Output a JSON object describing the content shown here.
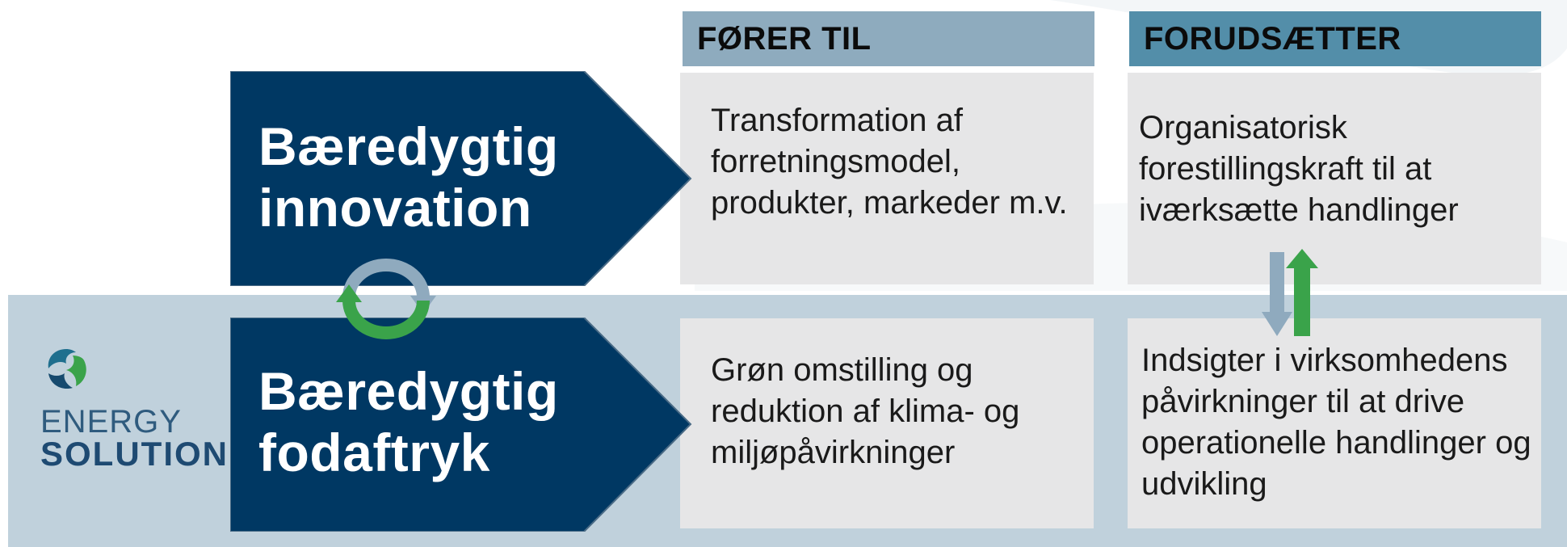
{
  "colors": {
    "navy": "#003863",
    "header_left": "#8eabbe",
    "header_right": "#538ea9",
    "box_fill": "#e6e6e7",
    "band_fill": "#c0d1dc",
    "green": "#3aa34a",
    "arrow_blue": "#8faabe"
  },
  "headers": {
    "left": "FØRER TIL",
    "right": "FORUDSÆTTER"
  },
  "rows": [
    {
      "title_lines": [
        "Bæredygtig",
        "innovation"
      ],
      "leads_to_lines": [
        "Transformation af",
        "forretningsmodel,",
        "produkter, markeder m.v."
      ],
      "requires_lines": [
        "Organisatorisk",
        "forestillingskraft til at",
        "iværksætte handlinger"
      ]
    },
    {
      "title_lines": [
        "Bæredygtig",
        "fodaftryk"
      ],
      "leads_to_lines": [
        "Grøn omstilling og",
        "reduktion af klima- og",
        "miljøpåvirkninger"
      ],
      "requires_lines": [
        "Indsigter i virksomhedens",
        "påvirkninger til at drive",
        "operationelle handlinger og",
        "udvikling"
      ]
    }
  ],
  "logo": {
    "line1": "ENERGY",
    "line2": "SOLUTION"
  },
  "icons": {
    "cycle": "cycle-arrows-icon",
    "exchange": "up-down-arrows-icon",
    "logo": "energy-solution-logo-icon"
  }
}
